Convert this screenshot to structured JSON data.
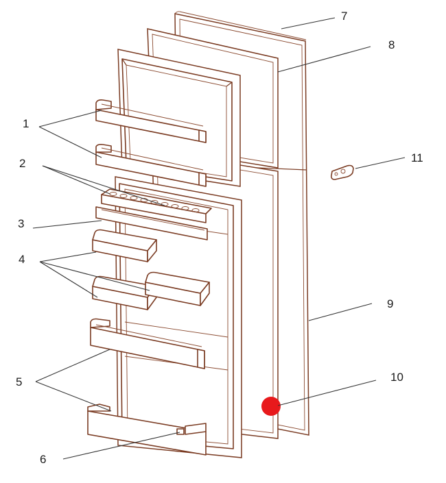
{
  "labels": {
    "l1": "1",
    "l2": "2",
    "l3": "3",
    "l4": "4",
    "l5": "5",
    "l6": "6",
    "l7": "7",
    "l8": "8",
    "l9": "9",
    "l10": "10",
    "l11": "11"
  },
  "colors": {
    "line_art": "#7a3b22",
    "marker": "#e8191c",
    "leader": "#333333"
  }
}
